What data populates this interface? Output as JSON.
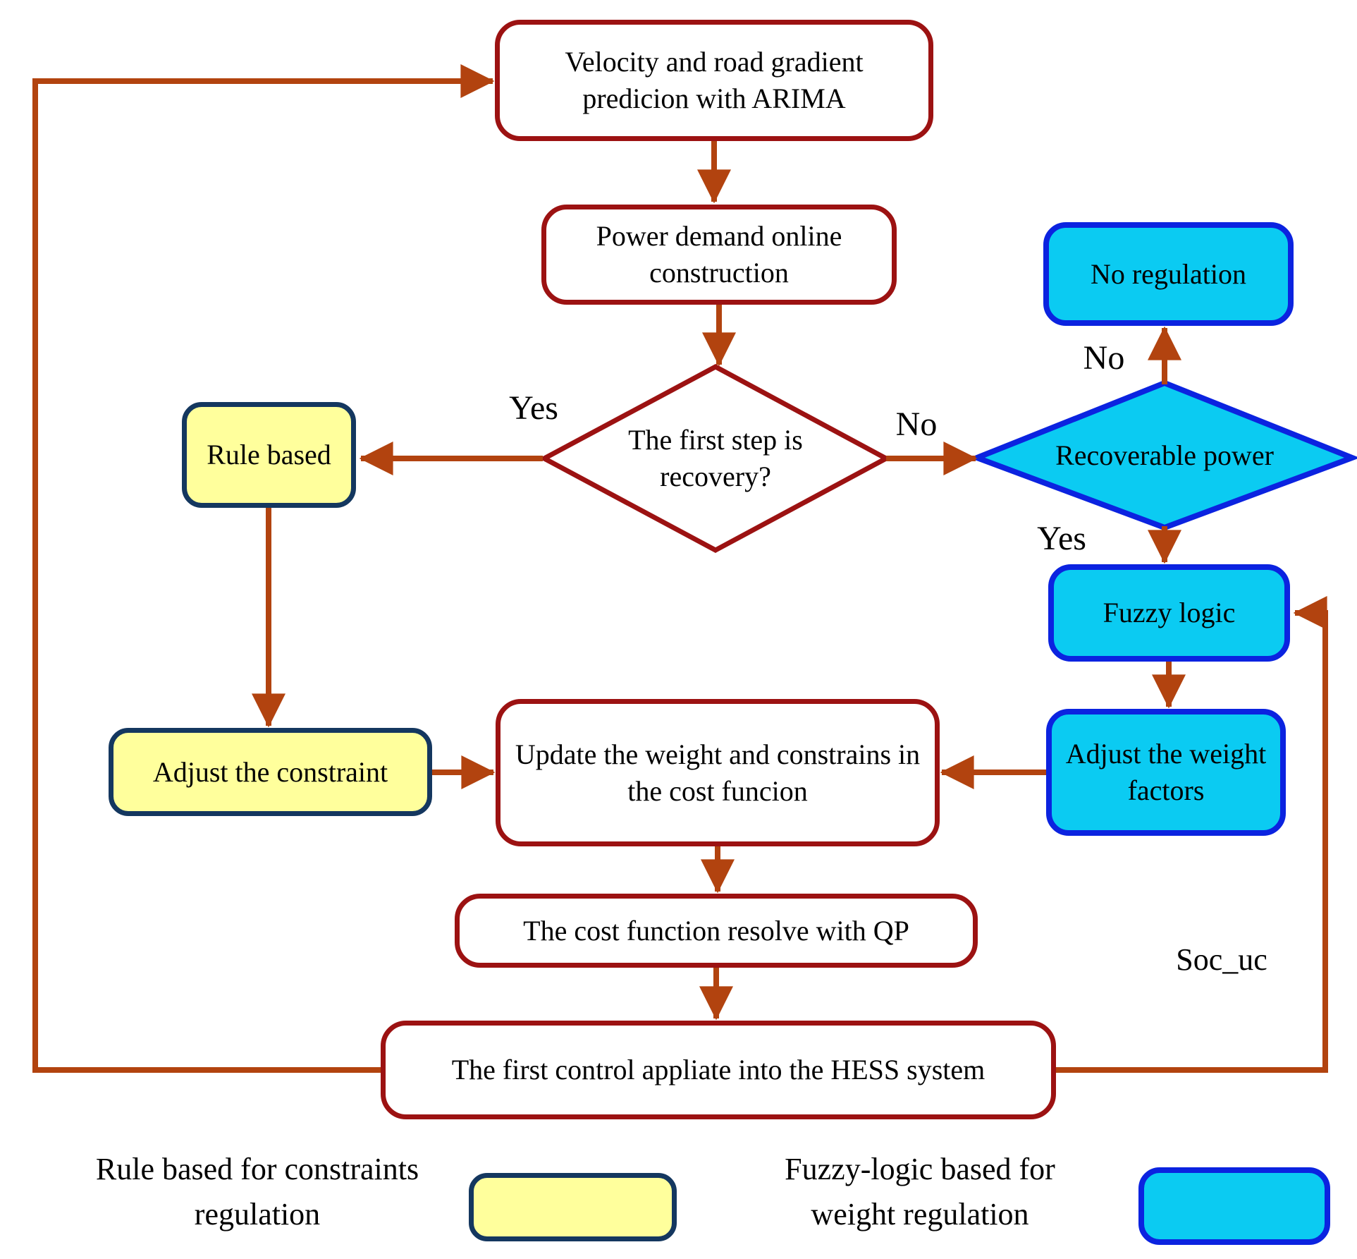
{
  "colors": {
    "background": "#FFFFFF",
    "text": "#000000",
    "red_border": "#9C1212",
    "connector": "#B2430F",
    "cyan_fill": "#0BCBF2",
    "cyan_border": "#0B23E0",
    "yellow_fill": "#FFFF9C",
    "yellow_border": "#14375F"
  },
  "nodes": {
    "arima": "Velocity and road gradient predicion with ARIMA",
    "power_demand": "Power demand online construction",
    "first_step_decision": "The first step is recovery?",
    "rule_based": "Rule based",
    "no_regulation": "No regulation",
    "recoverable_power_decision": "Recoverable power",
    "fuzzy_logic": "Fuzzy logic",
    "adjust_weight_factors": "Adjust the weight factors",
    "adjust_constraint": "Adjust the constraint",
    "update_cost_function": "Update the weight and constrains in the cost funcion",
    "qp_resolve": "The cost function resolve with QP",
    "hess_apply": "The first control appliate into the HESS system"
  },
  "edge_labels": {
    "first_step_yes": "Yes",
    "first_step_no": "No",
    "recoverable_no": "No",
    "recoverable_yes": "Yes",
    "soc_uc": "Soc_uc"
  },
  "legend": {
    "rule_based_label": "Rule based for constraints regulation",
    "fuzzy_logic_label": "Fuzzy-logic based for weight regulation"
  }
}
